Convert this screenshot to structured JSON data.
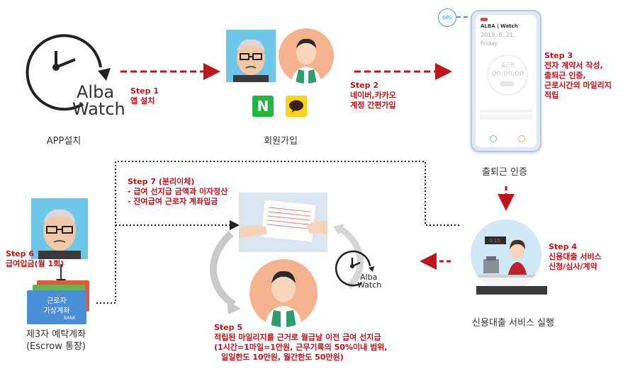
{
  "labels": {
    "app_install": "APP설치",
    "signup": "회원가입",
    "attendance": "출퇴근 인증",
    "loan_service": "신용대출 서비스 실행",
    "escrow_line1": "제3자 예탁계좌",
    "escrow_line2": "(Escrow 통장)"
  },
  "brand": {
    "line1": "Alba",
    "line2": "Watch",
    "small_line1": "Alba",
    "small_line2": "Watch"
  },
  "steps": {
    "step1": [
      "Step 1",
      "앱 설치"
    ],
    "step2": [
      "Step 2",
      "네이버,카카오",
      "계정 간편가입"
    ],
    "step3": [
      "Step 3",
      "전자 계약서 작성,",
      "출퇴근 인증,",
      "근로시간의 마일리지",
      "적립"
    ],
    "step4": [
      "Step 4",
      "신용대출 서비스",
      "신청/심사/계약"
    ],
    "step5": [
      "Step 5",
      "적립된 마일리지를 근거로  월급날 이전 급여 선지급",
      "(1시간=1마일=1만원, 근무기록의 50%이내 범위,",
      "일일한도 10만원, 월간한도 50만원)"
    ],
    "step6": [
      "Step 6",
      "급여입금(월 1회)"
    ],
    "step7": [
      "Step 7 (분리이체)",
      "- 급여 선지급 금액과 이자정산",
      "- 잔여급여 근로자 계좌입금"
    ]
  },
  "phone": {
    "gps": "GPS",
    "app_title": "ALBA | Watch",
    "date": "2019. 6. 21.",
    "weekday": "Friday",
    "status_label": "출근전",
    "timer": "00:00:00"
  },
  "social": {
    "naver": "N"
  },
  "account_card": {
    "line1": "근로자",
    "line2": "가상계좌",
    "bank": "BANK"
  },
  "counter": {
    "display": "0.15"
  },
  "colors": {
    "accent_red": "#c0141b",
    "naver_green": "#21b63e",
    "kakao_yellow": "#f7d417",
    "phone_blue": "#3d9ae8",
    "card_blue": "#4a8fd6"
  }
}
